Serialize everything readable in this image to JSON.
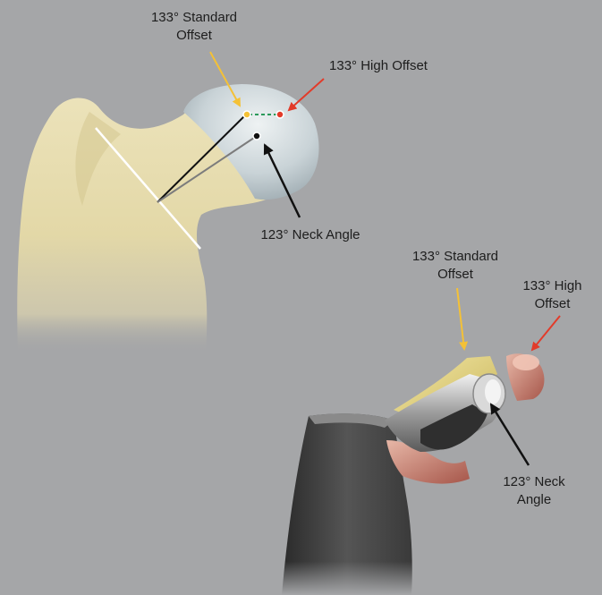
{
  "labels": {
    "femur_standard_offset": [
      "133° Standard",
      "Offset"
    ],
    "femur_high_offset": "133° High Offset",
    "femur_neck_angle": "123° Neck Angle",
    "implant_standard_offset": [
      "133° Standard",
      "Offset"
    ],
    "implant_high_offset": [
      "133° High",
      "Offset"
    ],
    "implant_neck_angle": [
      "123° Neck",
      "Angle"
    ]
  },
  "colors": {
    "background": "#a5a6a8",
    "standard_offset": "#f4c136",
    "high_offset": "#e23b2a",
    "neck_angle": "#111111",
    "offset_dash": "#2b9a5a",
    "bone": "#e6dcae",
    "femoral_head": "#c8d2d6"
  }
}
